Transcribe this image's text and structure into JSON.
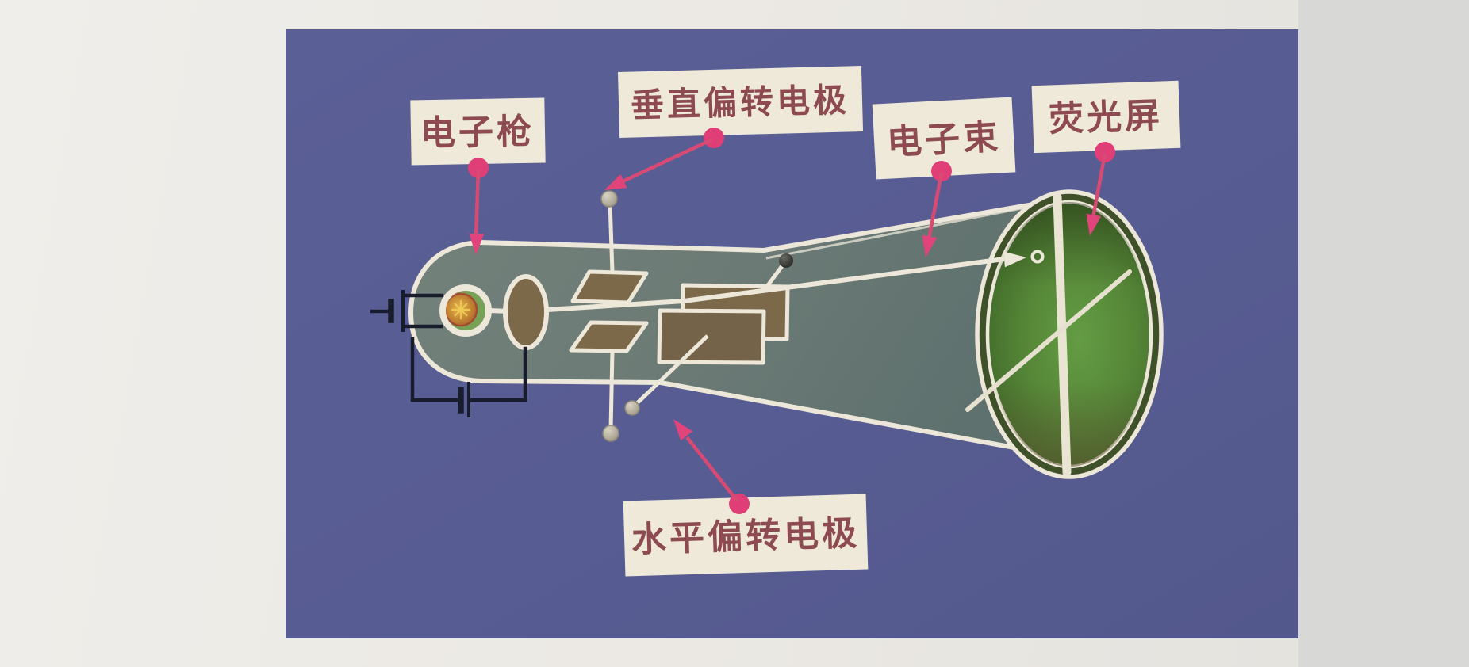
{
  "diagram": {
    "subject": "cathode-ray-tube",
    "labels": {
      "electron_gun": "电子枪",
      "vertical_deflection_electrode": "垂直偏转电极",
      "electron_beam": "电子束",
      "fluorescent_screen": "荧光屏",
      "horizontal_deflection_electrode": "水平偏转电极"
    },
    "colors": {
      "panel_background": "#575c92",
      "paper_background": "#ebe9e4",
      "paper_right_strip": "#d8d8d6",
      "outline_cream": "#ece7d8",
      "label_box": "#efe9da",
      "label_text": "#8d4a50",
      "arrow_pink": "#df4076",
      "tube_body_gray_green": "#6f7d78",
      "electrode_brown": "#7b6949",
      "screen_green": "#5d9140",
      "wire_black": "#191c2c"
    }
  }
}
